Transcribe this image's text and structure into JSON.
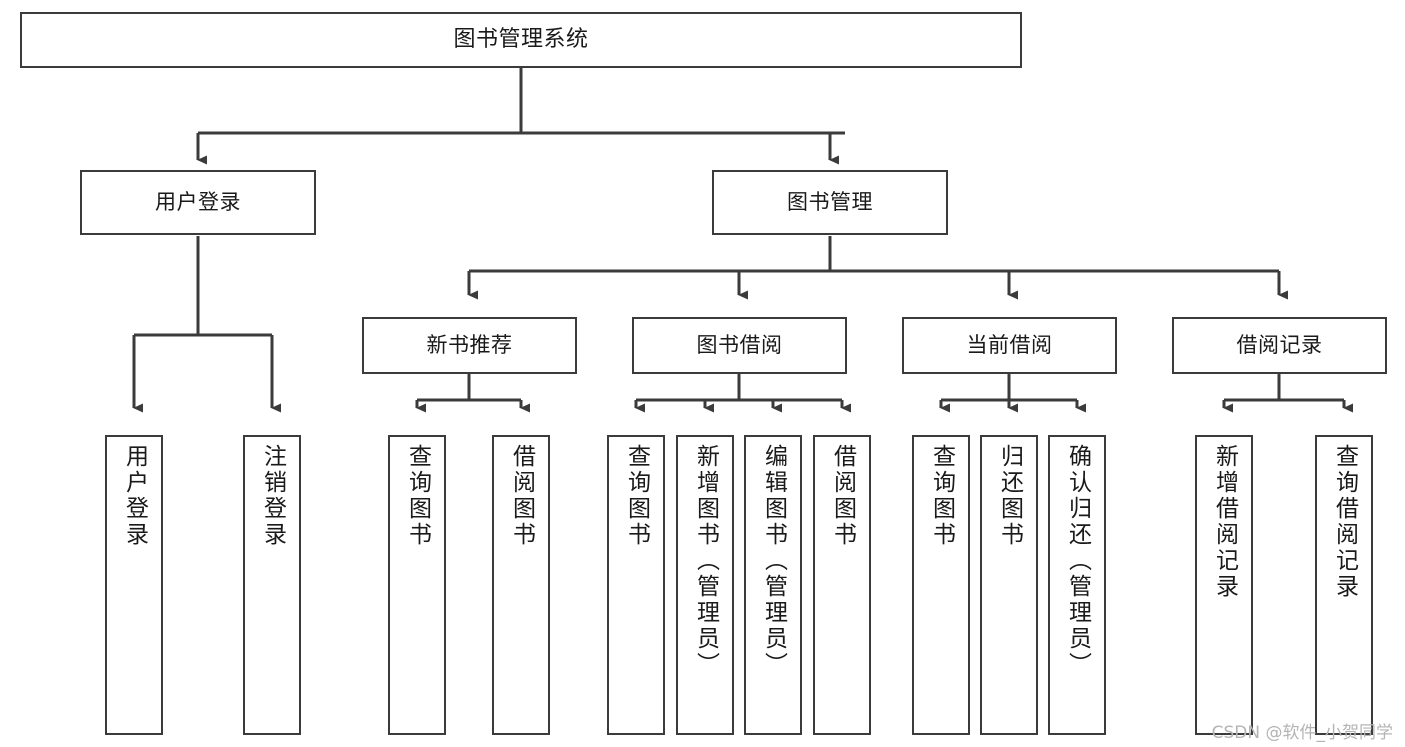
{
  "diagram": {
    "title": "图书管理系统",
    "type": "tree-hierarchy-chart",
    "watermark": "CSDN @软件_小贺同学",
    "colors": {
      "background": "#ffffff",
      "node_border": "#3b3b3b",
      "node_fill": "#ffffff",
      "edge": "#3b3b3b",
      "text": "#1a1a1a",
      "watermark": "#b4b4b4"
    },
    "nodes": {
      "root": {
        "label": "图书管理系统"
      },
      "level1": [
        {
          "id": "user-login",
          "label": "用户登录"
        },
        {
          "id": "book-manage",
          "label": "图书管理"
        }
      ],
      "level2": [
        {
          "id": "new-book-recommend",
          "label": "新书推荐"
        },
        {
          "id": "book-borrow",
          "label": "图书借阅"
        },
        {
          "id": "current-borrow",
          "label": "当前借阅"
        },
        {
          "id": "borrow-record",
          "label": "借阅记录"
        }
      ],
      "leaves": {
        "user_login": [
          {
            "id": "leaf-user-login",
            "label": "用户登录"
          },
          {
            "id": "leaf-logout-login",
            "label": "注销登录"
          }
        ],
        "new_book_recommend": [
          {
            "id": "leaf-query-book-1",
            "label": "查询图书"
          },
          {
            "id": "leaf-borrow-book-1",
            "label": "借阅图书"
          }
        ],
        "book_borrow": [
          {
            "id": "leaf-query-book-2",
            "label": "查询图书"
          },
          {
            "id": "leaf-add-book",
            "label": "新增图书（管理员）"
          },
          {
            "id": "leaf-edit-book",
            "label": "编辑图书（管理员）"
          },
          {
            "id": "leaf-borrow-book-2",
            "label": "借阅图书"
          }
        ],
        "current_borrow": [
          {
            "id": "leaf-query-book-3",
            "label": "查询图书"
          },
          {
            "id": "leaf-return-book",
            "label": "归还图书"
          },
          {
            "id": "leaf-confirm-return",
            "label": "确认归还（管理员）"
          }
        ],
        "borrow_record": [
          {
            "id": "leaf-add-record",
            "label": "新增借阅记录"
          },
          {
            "id": "leaf-query-record",
            "label": "查询借阅记录"
          }
        ]
      }
    }
  }
}
